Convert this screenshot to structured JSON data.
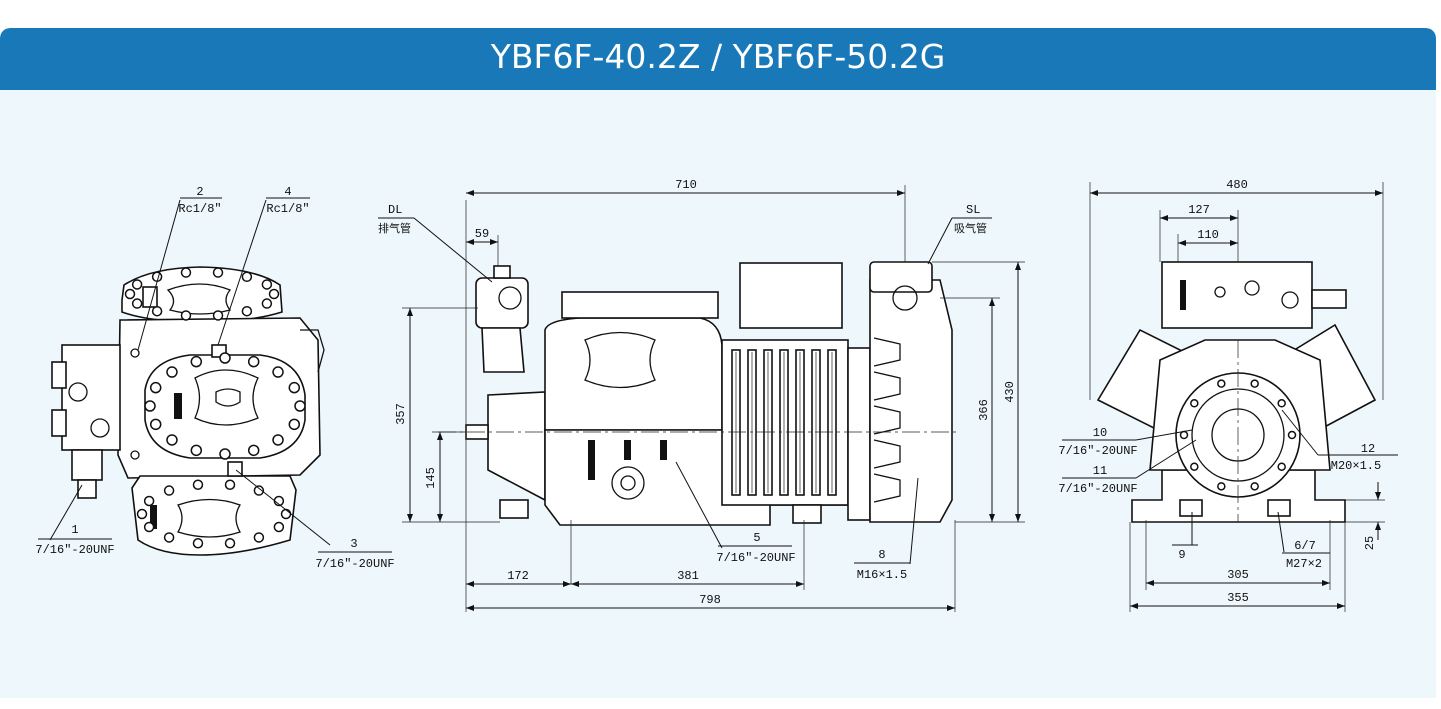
{
  "title": "YBF6F-40.2Z / YBF6F-50.2G",
  "colors": {
    "header": "#1878b8",
    "background": "#eef7fb",
    "line": "#111111"
  },
  "views": {
    "left": {
      "callouts": [
        {
          "num": "2",
          "spec": "Rc1/8\""
        },
        {
          "num": "4",
          "spec": "Rc1/8\""
        },
        {
          "num": "1",
          "spec": "7/16\"-20UNF"
        },
        {
          "num": "3",
          "spec": "7/16\"-20UNF"
        }
      ]
    },
    "side": {
      "dims": {
        "d710": "710",
        "d59": "59",
        "d357": "357",
        "d145": "145",
        "d366": "366",
        "d430": "430",
        "d172": "172",
        "d381": "381",
        "d798": "798"
      },
      "dl_code": "DL",
      "dl_text": "排气管",
      "sl_code": "SL",
      "sl_text": "吸气管",
      "callouts": [
        {
          "num": "5",
          "spec": "7/16\"-20UNF"
        },
        {
          "num": "8",
          "spec": "M16×1.5"
        }
      ]
    },
    "right": {
      "dims": {
        "d480": "480",
        "d127": "127",
        "d110": "110",
        "d305": "305",
        "d355": "355",
        "d25": "25"
      },
      "callouts": [
        {
          "num": "10",
          "spec": "7/16\"-20UNF"
        },
        {
          "num": "11",
          "spec": "7/16\"-20UNF"
        },
        {
          "num": "12",
          "spec": "M20×1.5"
        },
        {
          "num": "9",
          "spec": ""
        },
        {
          "num": "6/7",
          "spec": "M27×2"
        }
      ]
    }
  }
}
